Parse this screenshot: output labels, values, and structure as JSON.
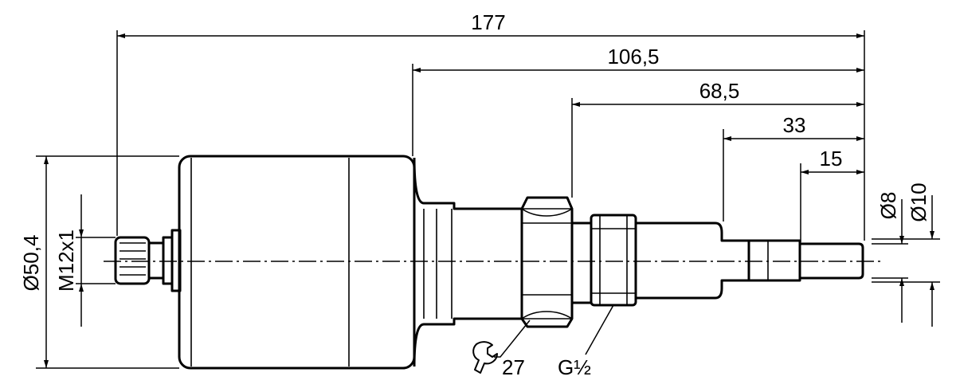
{
  "dimensions": {
    "overall_length": "177",
    "length_from_shoulder": "106,5",
    "length_from_hex": "68,5",
    "probe_length": "33",
    "tip_length": "15",
    "body_diameter": "Ø50,4",
    "connector_thread": "M12x1",
    "tip_diameter": "Ø8",
    "probe_diameter": "Ø10"
  },
  "callouts": {
    "wrench_size": "27",
    "process_thread": "G½"
  },
  "icons": [
    "wrench-icon"
  ]
}
